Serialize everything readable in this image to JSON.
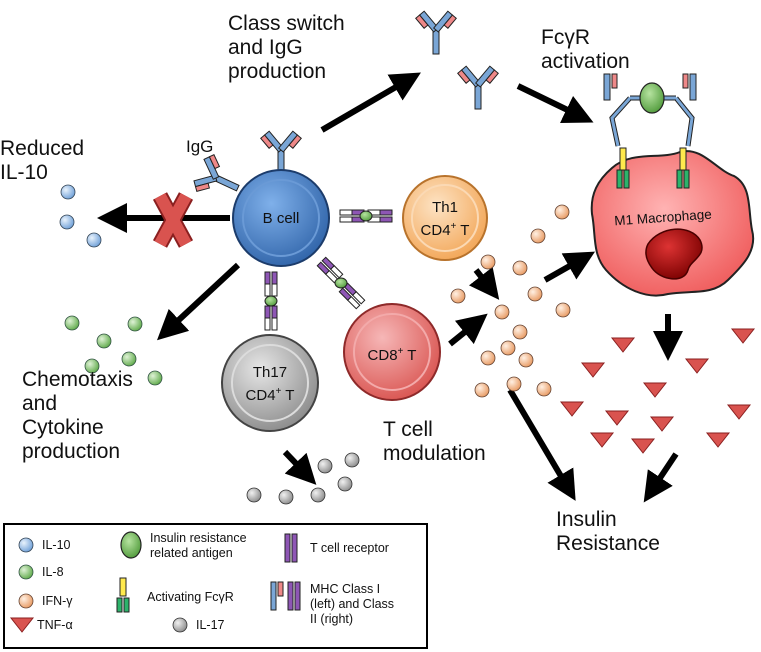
{
  "labels": {
    "class_switch": [
      "Class switch",
      "and IgG",
      "production"
    ],
    "fcgr": [
      "FcγR",
      "activation"
    ],
    "reduced": [
      "Reduced",
      "IL-10"
    ],
    "igg": "IgG",
    "chemotaxis": [
      "Chemotaxis",
      "and",
      "Cytokine",
      "production"
    ],
    "tcell_mod": [
      "T cell",
      "modulation"
    ],
    "insulin": [
      "Insulin",
      "Resistance"
    ]
  },
  "cells": {
    "bcell": "B cell",
    "th1_line1": "Th1",
    "th1_line2": "CD4",
    "cd8": "CD8",
    "th17_line1": "Th17",
    "th17_line2": "CD4",
    "sup_plus": "+",
    "t": "T",
    "macrophage": "M1 Macrophage"
  },
  "legend": {
    "il10": "IL-10",
    "il8": "IL-8",
    "ifng": "IFN-γ",
    "tnfa": "TNF-α",
    "antigen": [
      "Insulin resistance",
      "related antigen"
    ],
    "fcgr": "Activating FcγR",
    "il17": "IL-17",
    "tcr": "T cell receptor",
    "mhc": [
      "MHC Class I",
      "(left) and Class",
      "II (right)"
    ]
  },
  "colors": {
    "bcell": "#4a7fc4",
    "th1": "#f6b26b",
    "cd8": "#e06666",
    "th17": "#999999",
    "macrophage": "#f26b6b",
    "il10": "#9fc5e8",
    "il8": "#93c47d",
    "ifng": "#f9cb9c",
    "il17": "#b7b7b7",
    "tnfa": "#cc4444"
  }
}
